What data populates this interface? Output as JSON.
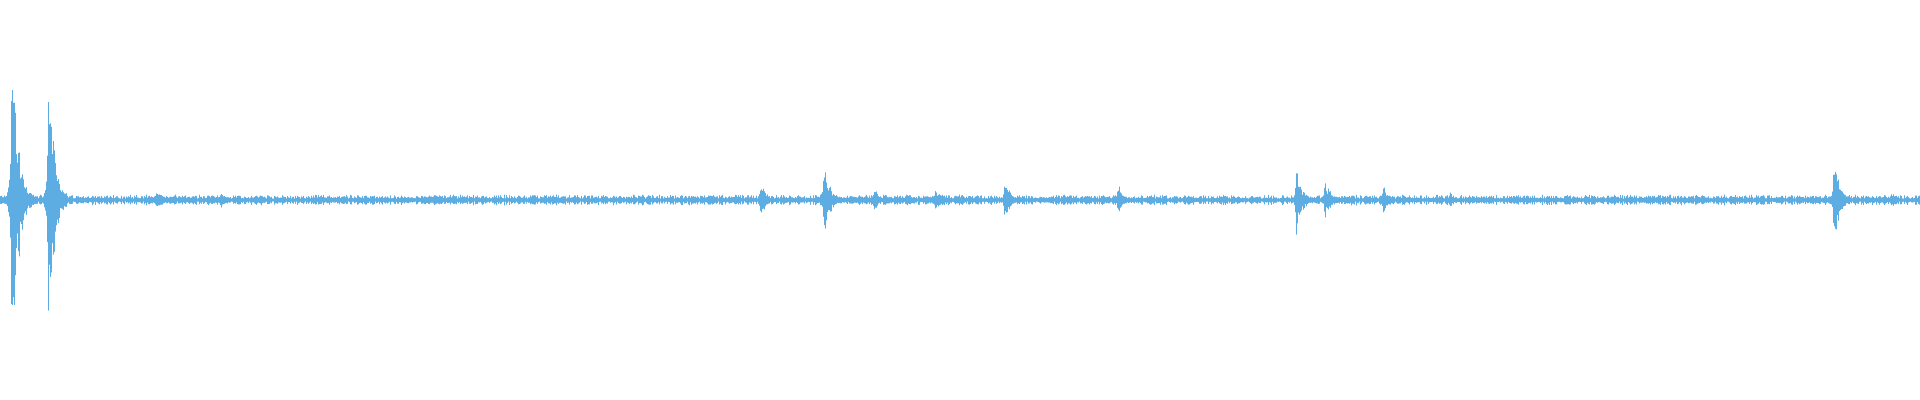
{
  "waveform": {
    "color": "#5DADE2",
    "background": "#FFFFFF",
    "baseline_amplitude": 0.01,
    "peaks": [
      {
        "time": 0.006,
        "amplitude": 0.44
      },
      {
        "time": 0.025,
        "amplitude": 0.33
      },
      {
        "time": 0.081,
        "amplitude": 0.03
      },
      {
        "time": 0.115,
        "amplitude": 0.02
      },
      {
        "time": 0.396,
        "amplitude": 0.04
      },
      {
        "time": 0.429,
        "amplitude": 0.09
      },
      {
        "time": 0.455,
        "amplitude": 0.03
      },
      {
        "time": 0.487,
        "amplitude": 0.03
      },
      {
        "time": 0.523,
        "amplitude": 0.05
      },
      {
        "time": 0.582,
        "amplitude": 0.04
      },
      {
        "time": 0.675,
        "amplitude": 0.08
      },
      {
        "time": 0.69,
        "amplitude": 0.05
      },
      {
        "time": 0.72,
        "amplitude": 0.04
      },
      {
        "time": 0.755,
        "amplitude": 0.02
      },
      {
        "time": 0.955,
        "amplitude": 0.11
      },
      {
        "time": 0.985,
        "amplitude": 0.02
      }
    ]
  }
}
